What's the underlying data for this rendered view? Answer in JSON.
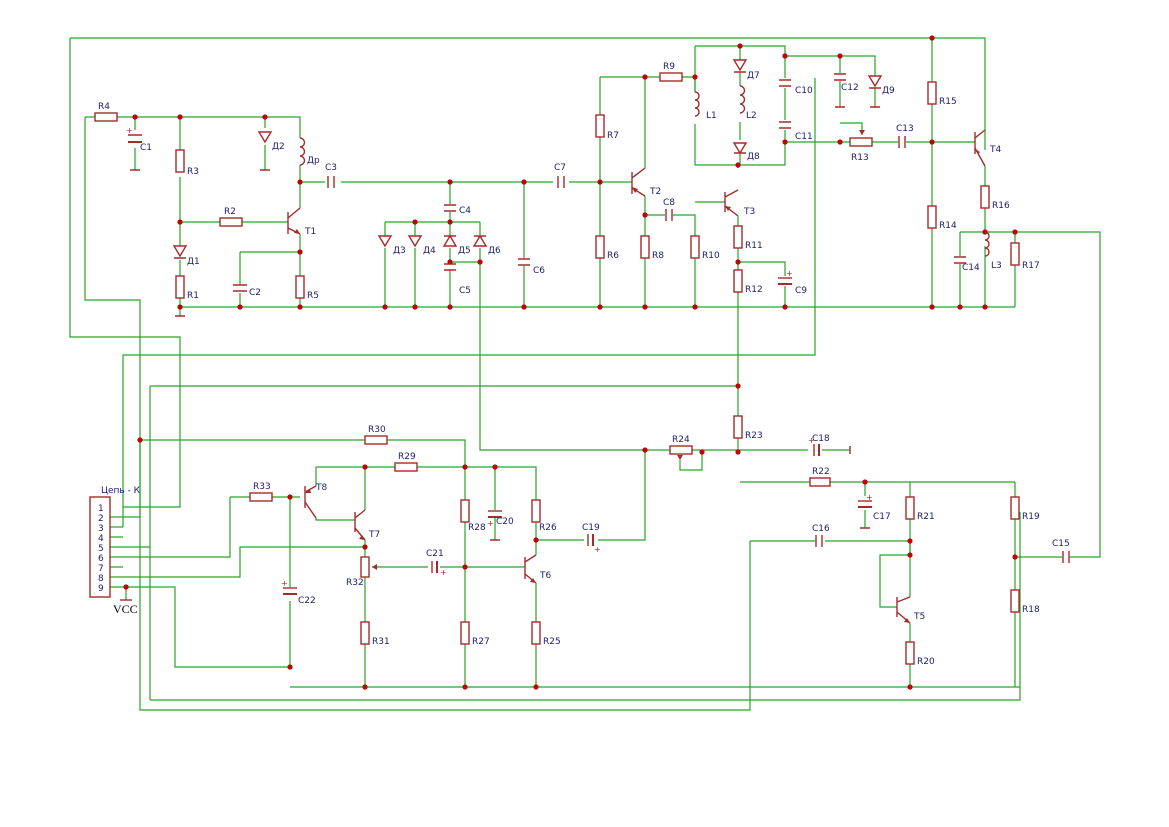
{
  "connector": {
    "title": "Цепь - К",
    "pins": [
      "1",
      "2",
      "3",
      "4",
      "5",
      "6",
      "7",
      "8",
      "9"
    ]
  },
  "supply_label": "VCC",
  "resistors": [
    "R1",
    "R2",
    "R3",
    "R4",
    "R5",
    "R6",
    "R7",
    "R8",
    "R9",
    "R10",
    "R11",
    "R12",
    "R13",
    "R14",
    "R15",
    "R16",
    "R17",
    "R18",
    "R19",
    "R20",
    "R21",
    "R22",
    "R23",
    "R24",
    "R25",
    "R26",
    "R27",
    "R28",
    "R29",
    "R30",
    "R31",
    "R32",
    "R33"
  ],
  "capacitors": [
    "C1",
    "C2",
    "C3",
    "C4",
    "C5",
    "C6",
    "C7",
    "C8",
    "C9",
    "C10",
    "C11",
    "C12",
    "C13",
    "C14",
    "C15",
    "C16",
    "C17",
    "C18",
    "C19",
    "C20",
    "C21",
    "C22"
  ],
  "diodes": [
    "Д1",
    "Д2",
    "Д3",
    "Д4",
    "Д5",
    "Д6",
    "Д7",
    "Д8",
    "Д9"
  ],
  "transistors": [
    "T1",
    "T2",
    "T3",
    "T4",
    "T5",
    "T6",
    "T7",
    "T8"
  ],
  "inductors": [
    "L1",
    "L2",
    "L3",
    "Др"
  ],
  "colors": {
    "wire": "#27a327",
    "component": "#a52a2a",
    "junction": "#c40000",
    "label": "#202070"
  }
}
